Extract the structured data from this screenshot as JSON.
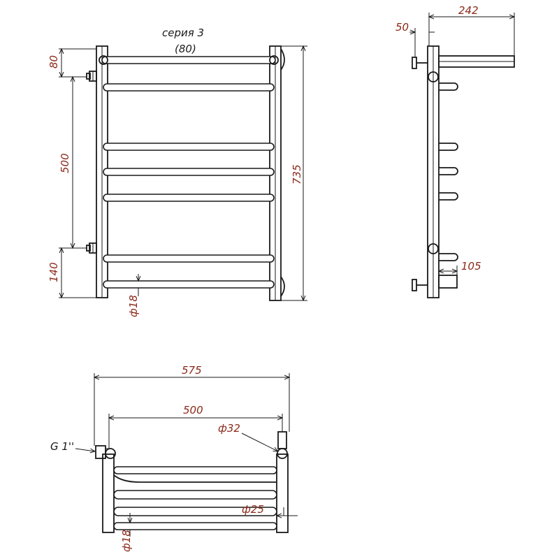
{
  "title": {
    "series": "серия 3",
    "series_sub": "(80)"
  },
  "front_view": {
    "dim_top": "80",
    "dim_axis": "500",
    "dim_bottom": "140",
    "dim_height": "735",
    "dim_tube": "ф18"
  },
  "side_view": {
    "dim_depth": "242",
    "dim_offset": "50",
    "dim_lower": "105"
  },
  "top_view": {
    "dim_width": "575",
    "dim_axis": "500",
    "dim_pipe": "ф32",
    "dim_thread": "G 1''",
    "dim_shelf": "ф25",
    "dim_tube": "ф18"
  },
  "colors": {
    "dimension_text": "#8b2a1a",
    "lines": "#1a1a1a"
  }
}
